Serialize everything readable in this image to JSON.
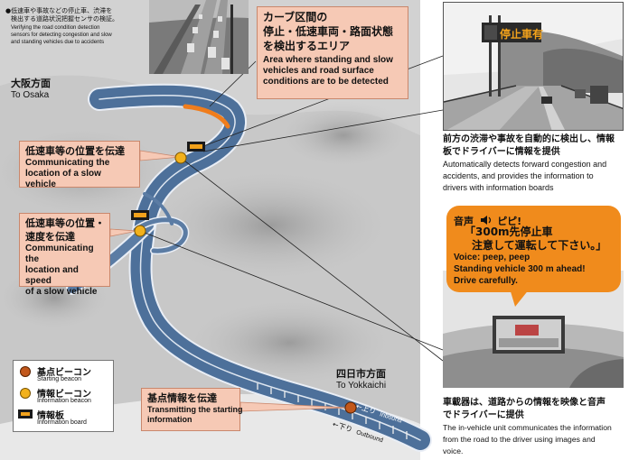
{
  "top_note": {
    "jp_line1": "●低速車や事故などの停止車、渋滞を",
    "jp_line2": "検出する道路状況把握センサの検証。",
    "en_line1": "Verifying the road condition detection",
    "en_line2": "sensors for detecting congestion and slow",
    "en_line3": "and standing vehicles due to accidents"
  },
  "direction_osaka": {
    "jp": "大阪方面",
    "en": "To Osaka"
  },
  "direction_yokkaichi": {
    "jp": "四日市方面",
    "en": "To Yokkaichi"
  },
  "lane_inbound": {
    "jp": "←上り",
    "en": "Inbound"
  },
  "lane_outbound": {
    "jp": "←下り",
    "en": "Outbound"
  },
  "detection_area": {
    "jp_line1": "カーブ区間の",
    "jp_line2": "停止・低速車両・路面状態",
    "jp_line3": "を検出するエリア",
    "en_line1": "Area where standing and slow",
    "en_line2": "vehicles and road surface",
    "en_line3": "conditions are to be detected"
  },
  "callout_position": {
    "jp": "低速車等の位置を伝達",
    "en_line1": "Communicating the",
    "en_line2": "location of a slow vehicle"
  },
  "callout_position_speed": {
    "jp_line1": "低速車等の位置・",
    "jp_line2": "速度を伝達",
    "en_line1": "Communicating the",
    "en_line2": "location and speed",
    "en_line3": "of a slow vehicle"
  },
  "callout_starting": {
    "jp": "基点情報を伝達",
    "en_line1": "Transmitting the starting",
    "en_line2": "information"
  },
  "legend": {
    "starting_beacon_jp": "基点ビーコン",
    "starting_beacon_en": "Starting beacon",
    "information_beacon_jp": "情報ビーコン",
    "information_beacon_en": "Information beacon",
    "information_board_jp": "情報板",
    "information_board_en": "Information board"
  },
  "photo_top_caption": {
    "jp_line1": "前方の渋滞や事故を自動的に検出し、情報",
    "jp_line2": "板でドライバーに情報を提供",
    "en_line1": "Automatically detects forward congestion and",
    "en_line2": "accidents, and provides the information to",
    "en_line3": "drivers with information boards"
  },
  "photo_sign_text": "停止車有",
  "voice_bubble": {
    "label": "音声",
    "speaker_icon": "speaker-icon",
    "peep": "ピピ!",
    "jp_line1": "「300m先停止車",
    "jp_line2": "注意して運転して下さい。」",
    "en_line1": "Voice: peep, peep",
    "en_line2": "Standing vehicle 300 m ahead!",
    "en_line3": "Drive carefully."
  },
  "photo_bottom_caption": {
    "jp_line1": "車載器は、道路からの情報を映像と音声",
    "jp_line2": "でドライバーに提供",
    "en_line1": "The in-vehicle unit communicates the information",
    "en_line2": "from the road to the driver using images and",
    "en_line3": "voice."
  },
  "colors": {
    "terrain": "#cfcfcf",
    "road": "#4a6e98",
    "road_edge": "#e8eef6",
    "curve_area": "#f07d1c",
    "callout_fill": "#f6c9b5",
    "starting_beacon": "#c2581c",
    "information_beacon": "#f2b11c",
    "bubble": "#f08b1c"
  }
}
